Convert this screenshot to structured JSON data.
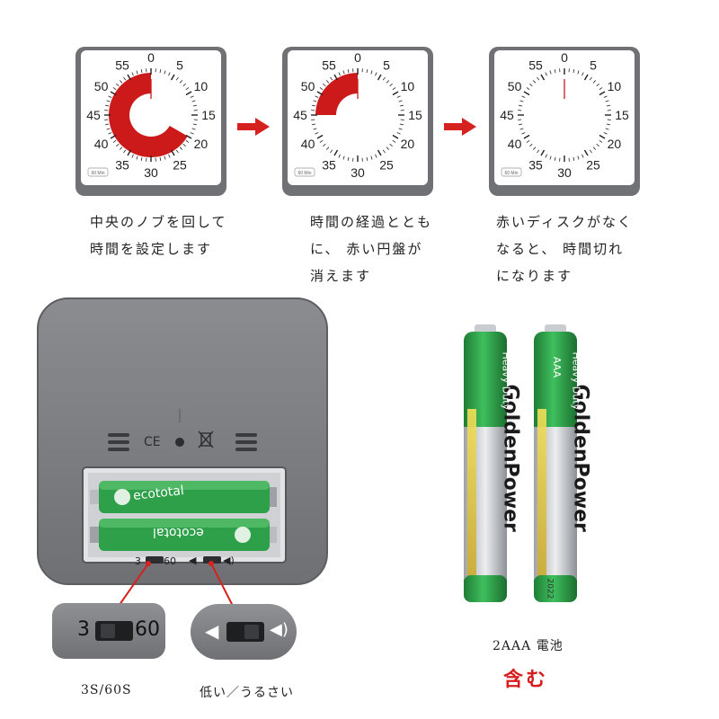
{
  "timers": [
    {
      "red_minutes": 40,
      "badge": "60 Min"
    },
    {
      "red_minutes": 15,
      "badge": "60 Min"
    },
    {
      "red_minutes": 0,
      "badge": "60 Min"
    }
  ],
  "dial": {
    "labels": [
      "0",
      "5",
      "10",
      "15",
      "20",
      "25",
      "30",
      "35",
      "40",
      "45",
      "50",
      "55"
    ]
  },
  "captions": [
    {
      "line1": "中央のノブを回して",
      "line2": "時間を設定します",
      "line3": ""
    },
    {
      "line1": "時間の経過ととも",
      "line2": "に、 赤い円盤が",
      "line3": "消えます"
    },
    {
      "line1": "赤いディスクがなく",
      "line2": "なると、 時間切れ",
      "line3": "になります"
    }
  ],
  "back": {
    "ce_mark": "CE",
    "battery_brand": "ecototal",
    "switch1": {
      "left": "3",
      "right": "60"
    },
    "zoom1": {
      "left": "3",
      "right": "60"
    },
    "switch1_caption": "3S/60S",
    "switch2_caption": "低い／うるさい"
  },
  "batteries": {
    "brand": "GoldenPower",
    "type": "Heavy Duty",
    "size": "AAA",
    "date": "2022",
    "count_label": "2AAA 電池",
    "included_label": "含む"
  },
  "colors": {
    "disc_red": "#cc1a1a",
    "case_gray": "#7a7c80",
    "battery_green": "#2ea04a",
    "arrow_red": "#d6221e"
  }
}
